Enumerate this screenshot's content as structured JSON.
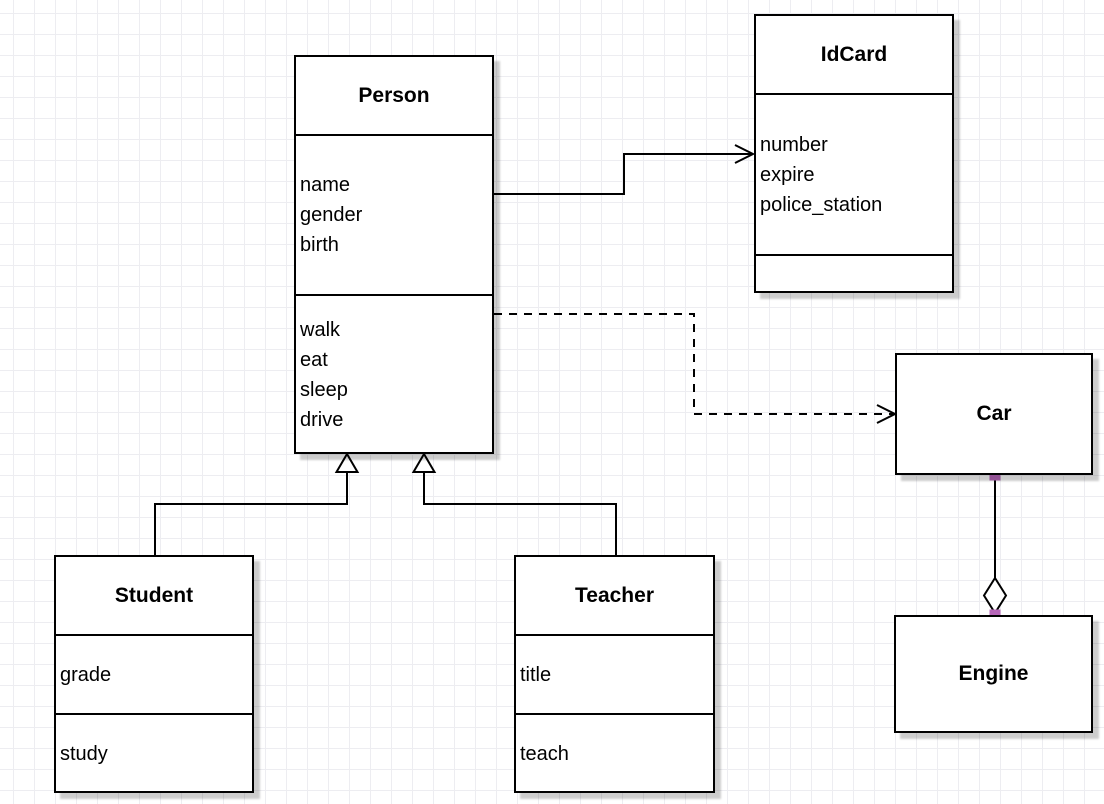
{
  "diagram": {
    "classes": [
      {
        "id": "person",
        "title": "Person",
        "attributes": [
          "name",
          "gender",
          "birth"
        ],
        "methods": [
          "walk",
          "eat",
          "sleep",
          "drive"
        ]
      },
      {
        "id": "idcard",
        "title": "IdCard",
        "attributes": [
          "number",
          "expire",
          "police_station"
        ],
        "methods": []
      },
      {
        "id": "car",
        "title": "Car",
        "attributes": null,
        "methods": null
      },
      {
        "id": "engine",
        "title": "Engine",
        "attributes": null,
        "methods": null
      },
      {
        "id": "student",
        "title": "Student",
        "attributes": [
          "grade"
        ],
        "methods": [
          "study"
        ]
      },
      {
        "id": "teacher",
        "title": "Teacher",
        "attributes": [
          "title"
        ],
        "methods": [
          "teach"
        ]
      }
    ],
    "relationships": [
      {
        "from": "Person",
        "to": "IdCard",
        "type": "association",
        "line": "solid",
        "arrow": "open"
      },
      {
        "from": "Person",
        "to": "Car",
        "type": "dependency",
        "line": "dashed",
        "arrow": "open"
      },
      {
        "from": "Student",
        "to": "Person",
        "type": "generalization",
        "line": "solid",
        "arrow": "hollow-triangle"
      },
      {
        "from": "Teacher",
        "to": "Person",
        "type": "generalization",
        "line": "solid",
        "arrow": "hollow-triangle"
      },
      {
        "from": "Car",
        "to": "Engine",
        "type": "aggregation",
        "line": "solid",
        "arrow": "hollow-diamond"
      }
    ],
    "colors": {
      "box_fill": "#ffffff",
      "box_border": "#000000",
      "text": "#000000",
      "handle": "#b666b8",
      "grid_line": "#ededf1",
      "background": "#ffffff"
    }
  }
}
